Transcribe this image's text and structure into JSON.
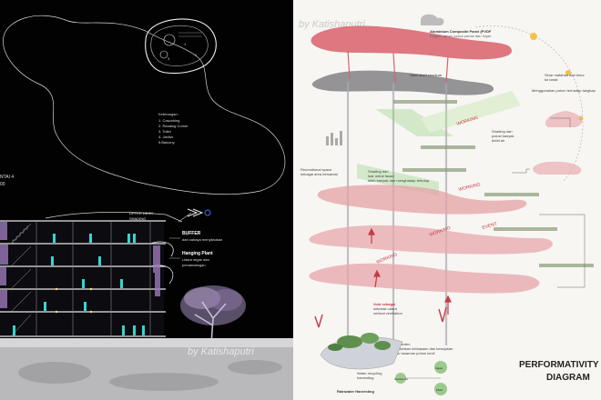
{
  "left_panel": {
    "legend": {
      "heading": "Keterangan :",
      "items": [
        "1. Coworking",
        "2. Reading Corner",
        "3. Toilet",
        "4. Janitor",
        "5.Balcony"
      ]
    },
    "side_label_1": "NTAI 4",
    "side_label_2": "00",
    "annotations": {
      "upper_deck": "UPPER DECK",
      "shading": "SHADING",
      "buffer_title": "BUFFER",
      "buffer_desc": "dari cahaya menyilaukan",
      "hanging_title": "Hanging Plant",
      "hanging_desc_1": "Udara segar dan",
      "hanging_desc_2": "pemandangan"
    },
    "watermark": "by Katishaputri"
  },
  "right_panel": {
    "watermark": "by Katishaputri",
    "title_line_1": "PERFORMATIVITY",
    "title_line_2": "DIAGRAM",
    "labels": {
      "acp_title": "Aluminium Composite Panel (PVDF",
      "acp_desc": "Ringan, tahan cuaca panas dan hujan",
      "steel": "Steel shell structure",
      "working": "WORKING",
      "event": "EVENT",
      "shading_lr": "Shading dari",
      "shading_lr2": "luar untuk fasad",
      "shading_lr3": "lebih banyak dan menghadap tertutup",
      "recreation": "Recreational space",
      "recreation2": "sebagai area bersantai",
      "dirt": "Shading dari",
      "dirt2": "polusi banyak",
      "dirt3": "debit air",
      "sun": "Sinar matahari dari timur",
      "sun2": "ke barat",
      "green": "Menggunakan pohon terhadap tangkap",
      "void": "Void sebagai",
      "void2": "sirkulasi udara",
      "void3": "vertical ventilation",
      "garden": "Lower garden",
      "garden2": "Memindahkan kebiasaan dan kesejukan",
      "garden3": "dengan tanaman pohon kecil",
      "water": "Water recycling",
      "water2": "harvesting",
      "rainwater": "Rainwater Harvesting",
      "node_tree": "Sumber Air",
      "node_irrigation": "Irigasi",
      "node_flush": "Flush"
    }
  }
}
